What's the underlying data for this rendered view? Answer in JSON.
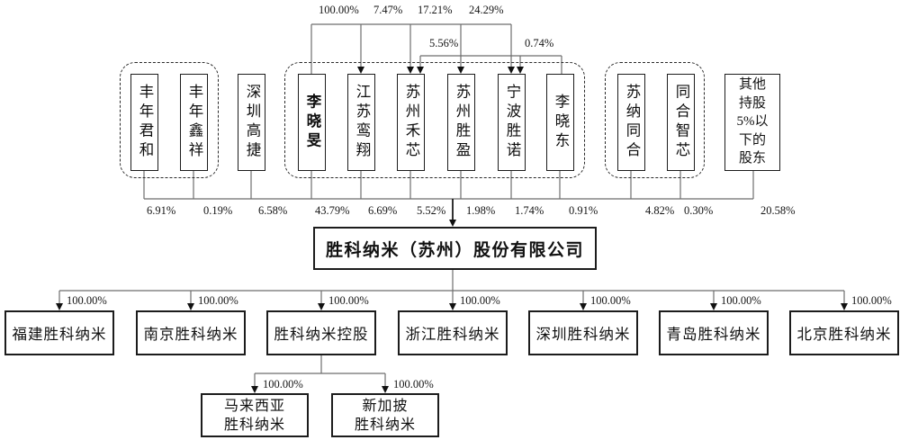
{
  "company": {
    "name": "胜科纳米（苏州）股份有限公司"
  },
  "cross_holdings": {
    "li_xiaomin": [
      "100.00%",
      "7.47%",
      "17.21%",
      "24.29%"
    ],
    "li_xiaodong": [
      "5.56%",
      "0.74%"
    ]
  },
  "shareholders": [
    {
      "name": "丰年君和",
      "pct": "6.91%"
    },
    {
      "name": "丰年鑫祥",
      "pct": "0.19%"
    },
    {
      "name": "深圳高捷",
      "pct": "6.58%"
    },
    {
      "name": "李晓旻",
      "pct": "43.79%"
    },
    {
      "name": "江苏鸾翔",
      "pct": "6.69%"
    },
    {
      "name": "苏州禾芯",
      "pct": "5.52%"
    },
    {
      "name": "苏州胜盈",
      "pct": "1.98%"
    },
    {
      "name": "宁波胜诺",
      "pct": "1.74%"
    },
    {
      "name": "李晓东",
      "pct": "0.91%"
    },
    {
      "name": "苏纳同合",
      "pct": "4.82%"
    },
    {
      "name": "同合智芯",
      "pct": "0.30%"
    },
    {
      "name": "其他持股5%以下的股东",
      "pct": "20.58%"
    }
  ],
  "subsidiaries": [
    {
      "name": "福建胜科纳米",
      "pct": "100.00%"
    },
    {
      "name": "南京胜科纳米",
      "pct": "100.00%"
    },
    {
      "name": "胜科纳米控股",
      "pct": "100.00%"
    },
    {
      "name": "浙江胜科纳米",
      "pct": "100.00%"
    },
    {
      "name": "深圳胜科纳米",
      "pct": "100.00%"
    },
    {
      "name": "青岛胜科纳米",
      "pct": "100.00%"
    },
    {
      "name": "北京胜科纳米",
      "pct": "100.00%"
    }
  ],
  "sub_subsidiaries": [
    {
      "name_lines": [
        "马来西亚",
        "胜科纳米"
      ],
      "pct": "100.00%"
    },
    {
      "name_lines": [
        "新加披",
        "胜科纳米"
      ],
      "pct": "100.00%"
    }
  ]
}
